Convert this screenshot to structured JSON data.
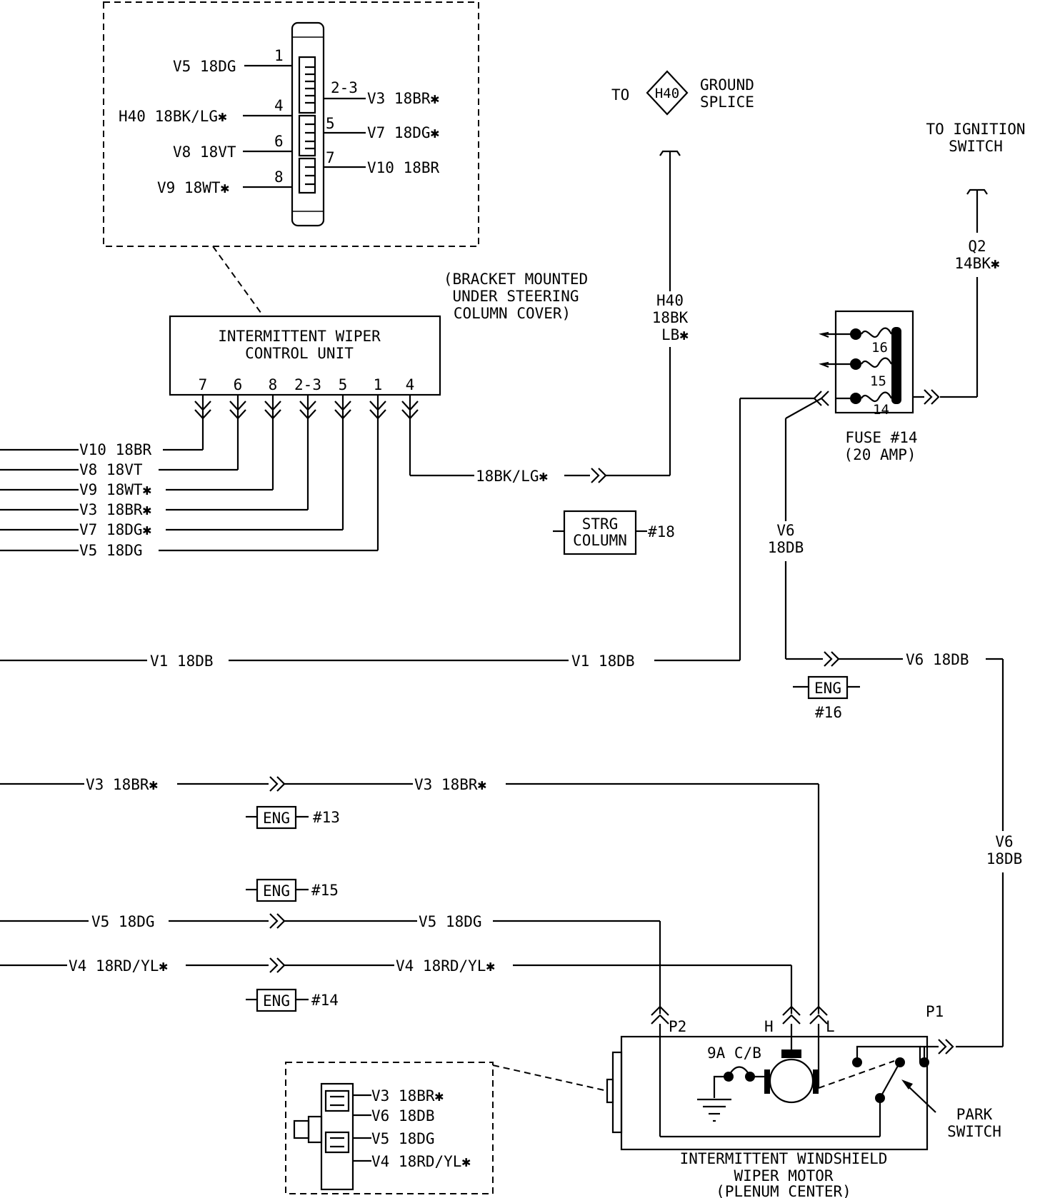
{
  "connector_top": {
    "pins": [
      {
        "pin": "1",
        "wire": "V5 18DG"
      },
      {
        "pin": "2-3",
        "wire": "V3 18BR✱"
      },
      {
        "pin": "4",
        "wire": "H40 18BK/LG✱"
      },
      {
        "pin": "5",
        "wire": "V7 18DG✱"
      },
      {
        "pin": "6",
        "wire": "V8 18VT"
      },
      {
        "pin": "7",
        "wire": "V10 18BR"
      },
      {
        "pin": "8",
        "wire": "V9 18WT✱"
      }
    ]
  },
  "ground": {
    "to": "TO",
    "badge": "H40",
    "label1": "GROUND",
    "label2": "SPLICE",
    "wire1": "H40",
    "wire2": "18BK",
    "wire3": "LB✱"
  },
  "ignition": {
    "label1": "TO IGNITION",
    "label2": "SWITCH",
    "wire1": "Q2",
    "wire2": "14BK✱"
  },
  "bracket_note": {
    "line1": "(BRACKET MOUNTED",
    "line2": "UNDER STEERING",
    "line3": "COLUMN COVER)"
  },
  "control_unit": {
    "line1": "INTERMITTENT WIPER",
    "line2": "CONTROL UNIT",
    "pins": [
      "7",
      "6",
      "8",
      "2-3",
      "5",
      "1",
      "4"
    ]
  },
  "left_wires": [
    "V10 18BR",
    "V8 18VT",
    "V9 18WT✱",
    "V3 18BR✱",
    "V7 18DG✱",
    "V5 18DG"
  ],
  "wire_h40": "18BK/LG✱",
  "strg_column": {
    "line1": "STRG",
    "line2": "COLUMN",
    "ref": "#18"
  },
  "fuse": {
    "label1": "FUSE #14",
    "label2": "(20 AMP)",
    "n16": "16",
    "n15": "15",
    "n14": "14"
  },
  "wire_v6": {
    "a": "V6",
    "b": "18DB",
    "h": "V6 18DB"
  },
  "wire_v1": "V1 18DB",
  "eng_badges": {
    "label": "ENG",
    "r16": "#16",
    "r13": "#13",
    "r15": "#15",
    "r14": "#14"
  },
  "wire_v3": "V3 18BR✱",
  "wire_v5": "V5 18DG",
  "wire_v4": "V4 18RD/YL✱",
  "motor": {
    "p2": "P2",
    "h": "H",
    "l": "L",
    "p1": "P1",
    "cb": "9A C/B",
    "park1": "PARK",
    "park2": "SWITCH",
    "title1": "INTERMITTENT WINDSHIELD",
    "title2": "WIPER MOTOR",
    "title3": "(PLENUM CENTER)"
  },
  "motor_connector": [
    "V3 18BR✱",
    "V6 18DB",
    "V5 18DG",
    "V4 18RD/YL✱"
  ]
}
